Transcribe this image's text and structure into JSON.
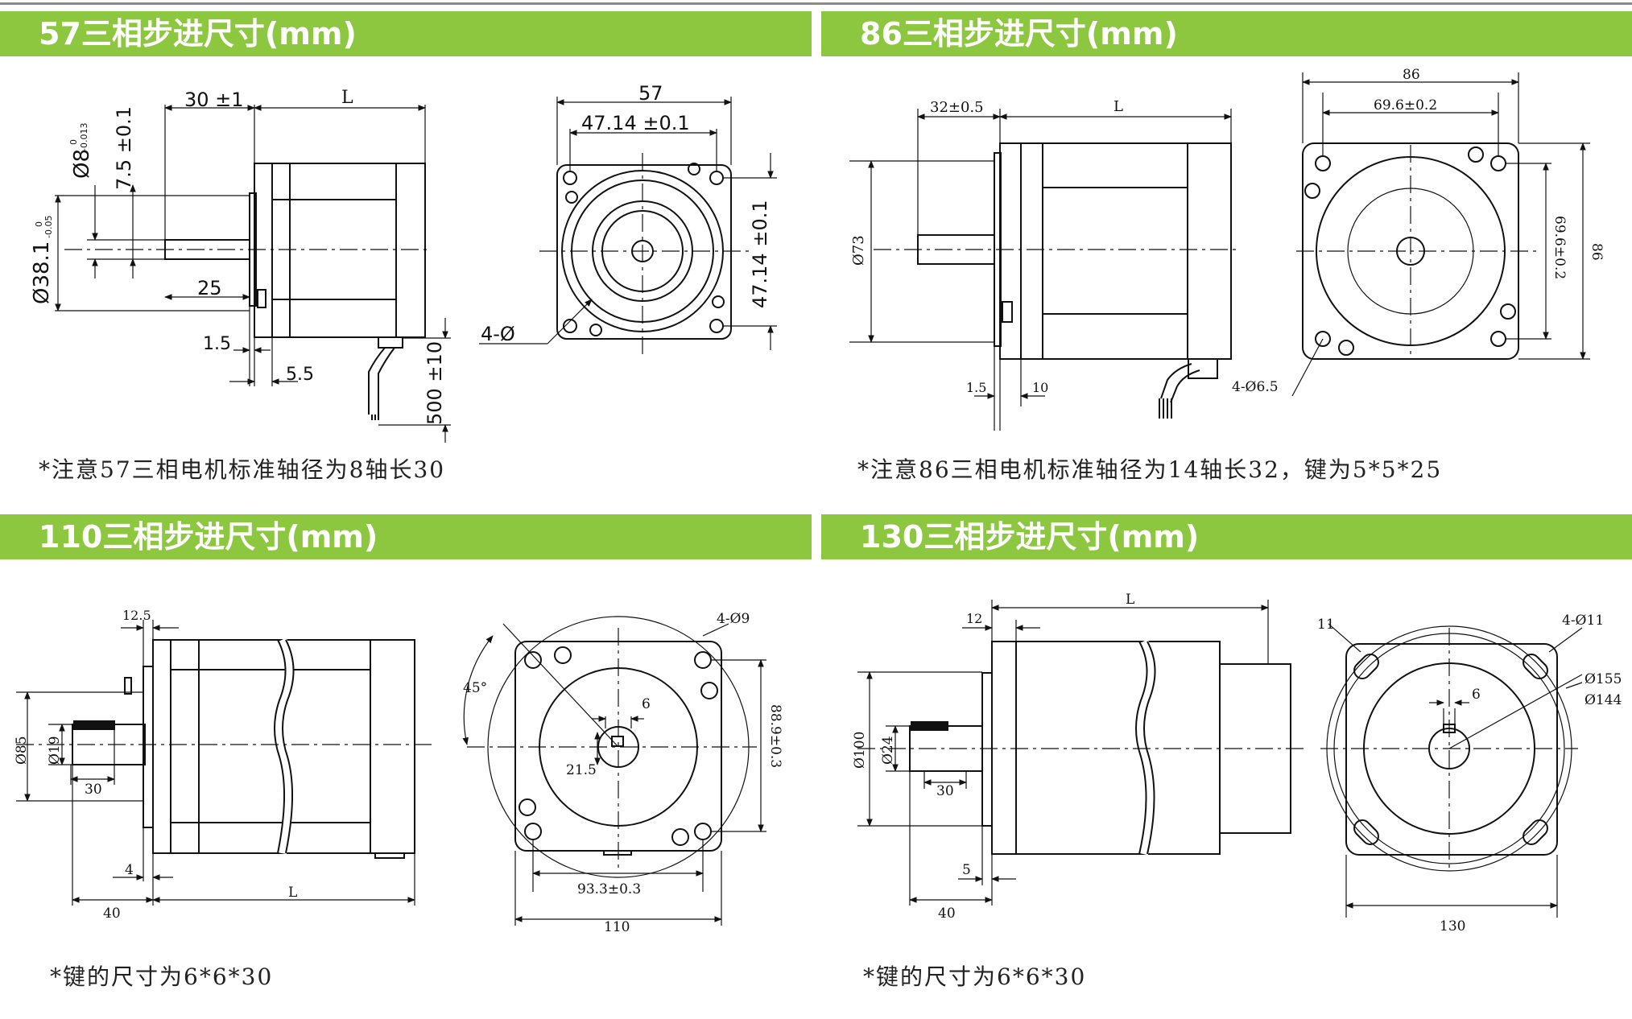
{
  "sections": [
    {
      "title": "57三相步进尺寸(mm)",
      "note": "*注意57三相电机标准轴径为8轴长30"
    },
    {
      "title": "86三相步进尺寸(mm)",
      "note": "*注意86三相电机标准轴径为14轴长32，键为5*5*25"
    },
    {
      "title": "110三相步进尺寸(mm)",
      "note": "*键的尺寸为6*6*30"
    },
    {
      "title": "130三相步进尺寸(mm)",
      "note": "*键的尺寸为6*6*30"
    }
  ],
  "dims57": {
    "shaft_len": "30 ±1",
    "body": "L",
    "shaft_dia": "Ø8",
    "shaft_tol_top": "0",
    "shaft_tol_bot": "-0.013",
    "flat": "7.5 ±0.1",
    "boss": "Ø38.1",
    "boss_tol_top": "0",
    "boss_tol_bot": "-0.05",
    "key": "25",
    "flange": "1.5",
    "step": "5.5",
    "lead": "500 ±10",
    "width": "57",
    "hole_spacing": "47.14 ±0.1",
    "hole_spacing_v": "47.14 ±0.1",
    "holes": "4-Ø"
  },
  "dims86": {
    "shaft_len": "32±0.5",
    "body": "L",
    "pilot": "Ø73",
    "flange": "1.5",
    "step": "10",
    "width": "86",
    "hole_spacing": "69.6±0.2",
    "hole_spacing_v": "69.6±0.2",
    "height": "86",
    "holes": "4-Ø6.5"
  },
  "dims110": {
    "flange": "12.5",
    "boss": "Ø85",
    "shaft": "Ø19",
    "key": "30",
    "step": "4",
    "shaft_len": "40",
    "body": "L",
    "angle": "45°",
    "holes": "4-Ø9",
    "keyw": "6",
    "keyh": "21.5",
    "hole_spacing_v": "88.9±0.3",
    "hole_spacing": "93.3±0.3",
    "width": "110"
  },
  "dims130": {
    "body": "L",
    "flange": "12",
    "boss": "Ø100",
    "shaft": "Ø24",
    "key": "30",
    "step": "5",
    "shaft_len": "40",
    "slot": "11",
    "holes": "4-Ø11",
    "pcd": "Ø155",
    "pilot": "Ø144",
    "keyw": "6",
    "width": "130"
  }
}
